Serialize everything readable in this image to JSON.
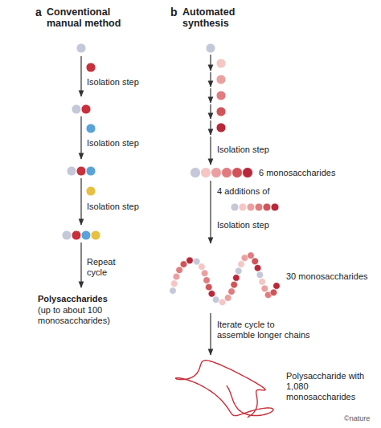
{
  "diagram": {
    "labels": [
      "a",
      "Conventional manual method",
      "b",
      "Automated synthesis",
      "Isolation step",
      "Isolation step",
      "Isolation step",
      "Repeat cycle",
      "Polysaccharides",
      "(up to about 100 monosaccharides)",
      "Isolation step",
      "6 monosaccharides",
      "4 additions of",
      "Isolation step",
      "30 monosaccharides",
      "Iterate cycle to assemble longer chains",
      "Polysaccharide with 1,080 monosaccharides",
      "©nature"
    ]
  }
}
